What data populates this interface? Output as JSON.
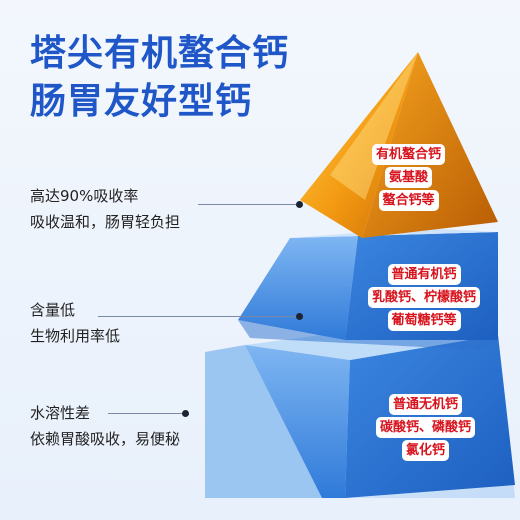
{
  "headline": {
    "line1": "塔尖有机螯合钙",
    "line2": "肠胃友好型钙"
  },
  "colors": {
    "headline": "#1f56c8",
    "label_text": "#d7141e",
    "top_tier": "#f3a11a",
    "lower_tiers": "#4a93e6"
  },
  "tiers": [
    {
      "desc": [
        "高达90%吸收率",
        "吸收温和，肠胃轻负担"
      ],
      "label": [
        "有机螯合钙",
        "氨基酸",
        "螯合钙等"
      ]
    },
    {
      "desc": [
        "含量低",
        "生物利用率低"
      ],
      "label": [
        "普通有机钙",
        "乳酸钙、柠檬酸钙",
        "葡萄糖钙等"
      ]
    },
    {
      "desc": [
        "水溶性差",
        "依赖胃酸吸收，易便秘"
      ],
      "label": [
        "普通无机钙",
        "碳酸钙、磷酸钙",
        "氯化钙"
      ]
    }
  ]
}
